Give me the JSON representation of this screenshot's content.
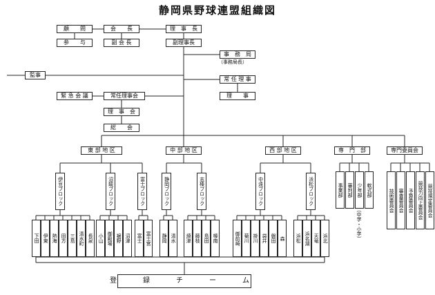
{
  "title": "静岡県野球連盟組織図",
  "top": {
    "komon": "顧　　問",
    "kaicho": "会　　長",
    "rijicho": "理　事　長",
    "sanyo": "参　　与",
    "fukukaicho": "副 会 長",
    "fukurijicho": "副理事長",
    "jimukyoku": "事　務　局",
    "jimukyokucho": "（事務局長）",
    "kanji": "監事",
    "joninriji": "常 任 理 事",
    "riji": "理　　事",
    "kinkyu": "緊 急 会 議",
    "joninrijikai": "常任理事会",
    "rijikai": "理　事　会",
    "sokai": "総　　会"
  },
  "districts": {
    "east": "東 部 地 区",
    "central": "中 部 地 区",
    "west": "西 部 地 区",
    "senmonbu": "専　門　部",
    "senmoniinkai": "専門委員会"
  },
  "blocks": {
    "izu": "伊豆ブロック",
    "numazu": "沼駿ブロック",
    "fuji": "富士ブロック",
    "shizuoka": "静岡ブロック",
    "shihai": "志榛ブロック",
    "chuen": "中遠ブロック",
    "hamamatsu": "浜松ブロック"
  },
  "teams": {
    "izu": [
      "下田",
      "伊東",
      "熱海",
      "田方",
      "三島",
      "清水町",
      "長泉"
    ],
    "numazu": [
      "小山",
      "御殿場",
      "裾野",
      "沼津"
    ],
    "fuji": [
      "富士",
      "富士宮"
    ],
    "shizuoka": [
      "静岡",
      "清水"
    ],
    "shihai": [
      "焼津",
      "藤枝",
      "島田",
      "榛南"
    ],
    "chuen": [
      "御前崎",
      "菊川",
      "掛川",
      "袋井",
      "磐田",
      "森"
    ],
    "hamamatsu": [
      "浜松",
      "浜名湖",
      "天竜",
      "浜北"
    ]
  },
  "senmon": [
    "事業部",
    "審判部",
    "少年部",
    "軟式部"
  ],
  "senmon_note": "（中学・小学）",
  "iinkai": [
    "技術委員会",
    "審査委員会",
    "予算委員会",
    "競技力向上委員会",
    "競技規定委員会"
  ],
  "toroku": "登　録　チ　ー　ム"
}
